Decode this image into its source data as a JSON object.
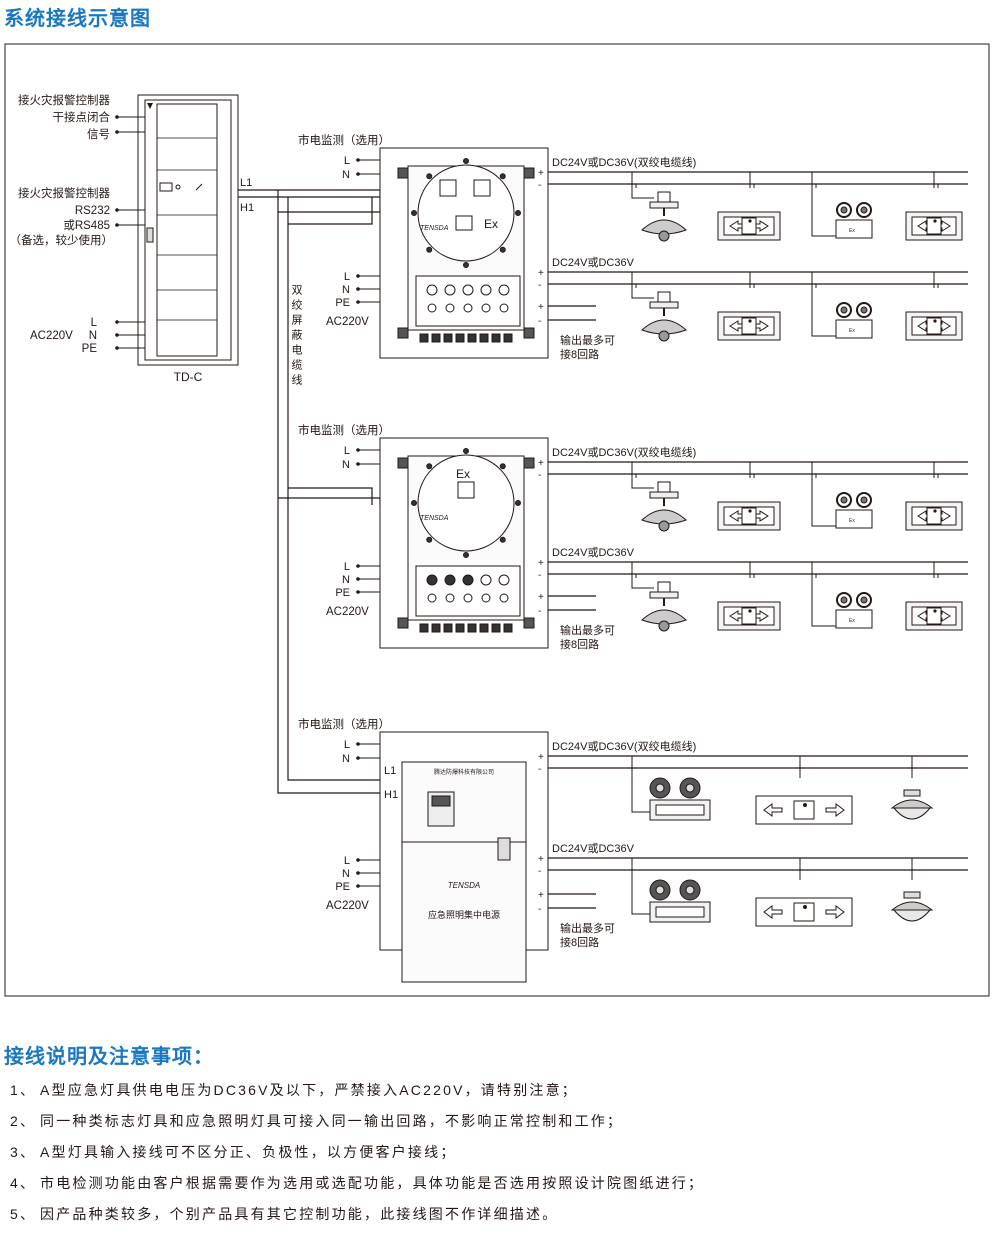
{
  "title": "系统接线示意图",
  "colors": {
    "accent": "#1a78c2",
    "line": "#231815"
  },
  "cabinet": {
    "name": "TD-C",
    "fire_dry_contact": [
      "接火灾报警控制器",
      "干接点闭合",
      "信号"
    ],
    "fire_serial": [
      "接火灾报警控制器",
      "RS232",
      "或RS485",
      "（备选，较少使用）"
    ],
    "power_terminals": [
      "L",
      "N",
      "PE"
    ],
    "power_label": "AC220V",
    "bus_labels": [
      "L1",
      "H1"
    ],
    "cable_label": "双绞屏蔽电缆线"
  },
  "boxes": [
    {
      "monitor_label": "市电监测（选用）",
      "monitor_terminals": [
        "L",
        "N"
      ],
      "power_terminals": [
        "L",
        "N",
        "PE"
      ],
      "power_label": "AC220V",
      "brand": "TENSDA",
      "ex_mark": "Ex",
      "outputs": [
        {
          "label": "DC24V或DC36V(双绞电缆线)",
          "fixtures": [
            "bulkhead",
            "exit-sign",
            "twin-spot",
            "exit-sign-small"
          ]
        },
        {
          "label": "DC24V或DC36V",
          "fixtures": [
            "bulkhead",
            "exit-sign",
            "twin-spot",
            "exit-sign-small"
          ]
        }
      ],
      "max_note": [
        "输出最多可",
        "接8回路"
      ]
    },
    {
      "monitor_label": "市电监测（选用）",
      "monitor_terminals": [
        "L",
        "N"
      ],
      "power_terminals": [
        "L",
        "N",
        "PE"
      ],
      "power_label": "AC220V",
      "brand": "TENSDA",
      "ex_mark": "Ex",
      "outputs": [
        {
          "label": "DC24V或DC36V(双绞电缆线)",
          "fixtures": [
            "bulkhead",
            "exit-sign",
            "twin-spot",
            "exit-sign-small"
          ]
        },
        {
          "label": "DC24V或DC36V",
          "fixtures": [
            "bulkhead",
            "exit-sign",
            "twin-spot",
            "exit-sign-small"
          ]
        }
      ],
      "max_note": [
        "输出最多可",
        "接8回路"
      ]
    },
    {
      "monitor_label": "市电监测（选用）",
      "monitor_terminals": [
        "L",
        "N"
      ],
      "bus_labels": [
        "L1",
        "H1"
      ],
      "power_terminals": [
        "L",
        "N",
        "PE"
      ],
      "power_label": "AC220V",
      "company": "腾达防爆科技有限公司",
      "brand": "TENSDA",
      "panel_title": "应急照明集中电源",
      "outputs": [
        {
          "label": "DC24V或DC36V(双绞电缆线)",
          "fixtures": [
            "twin-spot",
            "exit-sign",
            "ceiling-lamp"
          ]
        },
        {
          "label": "DC24V或DC36V",
          "fixtures": [
            "twin-spot",
            "exit-sign",
            "ceiling-lamp"
          ]
        }
      ],
      "max_note": [
        "输出最多可",
        "接8回路"
      ]
    }
  ],
  "notes_title": "接线说明及注意事项：",
  "notes": [
    {
      "num": "1、",
      "text": "A型应急灯具供电电压为DC36V及以下，严禁接入AC220V，请特别注意；"
    },
    {
      "num": "2、",
      "text": "同一种类标志灯具和应急照明灯具可接入同一输出回路，不影响正常控制和工作；"
    },
    {
      "num": "3、",
      "text": "A型灯具输入接线可不区分正、负极性，以方便客户接线；"
    },
    {
      "num": "4、",
      "text": "市电检测功能由客户根据需要作为选用或选配功能，具体功能是否选用按照设计院图纸进行；"
    },
    {
      "num": "5、",
      "text": "因产品种类较多，个别产品具有其它控制功能，此接线图不作详细描述。"
    }
  ]
}
